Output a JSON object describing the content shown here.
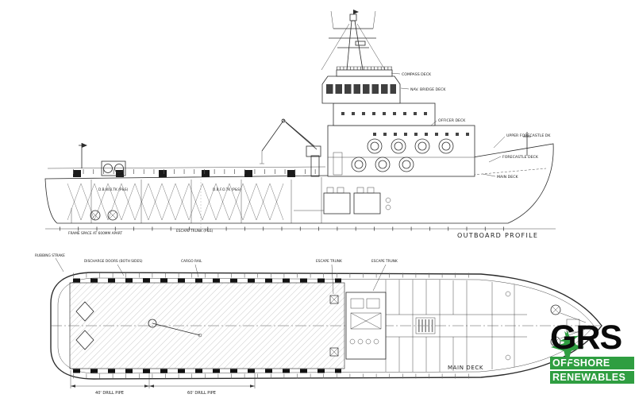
{
  "drawing": {
    "profile": {
      "caption": "OUTBOARD PROFILE",
      "labels": {
        "compass_deck": "COMPASS DECK",
        "nav_bridge_deck": "NAV. BRIDGE DECK",
        "officer_deck": "OFFICER DECK",
        "upper_forecastle_deck": "UPPER FORECASTLE DK",
        "forecastle_deck": "FORECASTLE DECK",
        "main_deck": "MAIN DECK",
        "tank1": "D.B.W.B.TK (P&S)",
        "tank2": "D.B.F.O.TK (P&S)",
        "escape_trunk": "ESCAPE TRUNK (P&S)",
        "frame_note": "FRAME SPACE AT 600MM APART"
      }
    },
    "deck_plan": {
      "caption": "MAIN DECK",
      "labels": {
        "rubbing_strake": "RUBBING STRAKE",
        "discharge_doors": "DISCHARGE DOORS (BOTH SIDES)",
        "cargo_rail": "CARGO RAIL",
        "escape_trunk_1": "ESCAPE TRUNK",
        "escape_trunk_2": "ESCAPE TRUNK",
        "drill_pipe_40": "40' DRILL PIPE",
        "drill_pipe_60": "60' DRILL PIPE"
      }
    }
  },
  "logo": {
    "brand": "GRS",
    "tagline_line1": "OFFSHORE",
    "tagline_line2": "RENEWABLES",
    "accent_green": "#2f9e41"
  }
}
